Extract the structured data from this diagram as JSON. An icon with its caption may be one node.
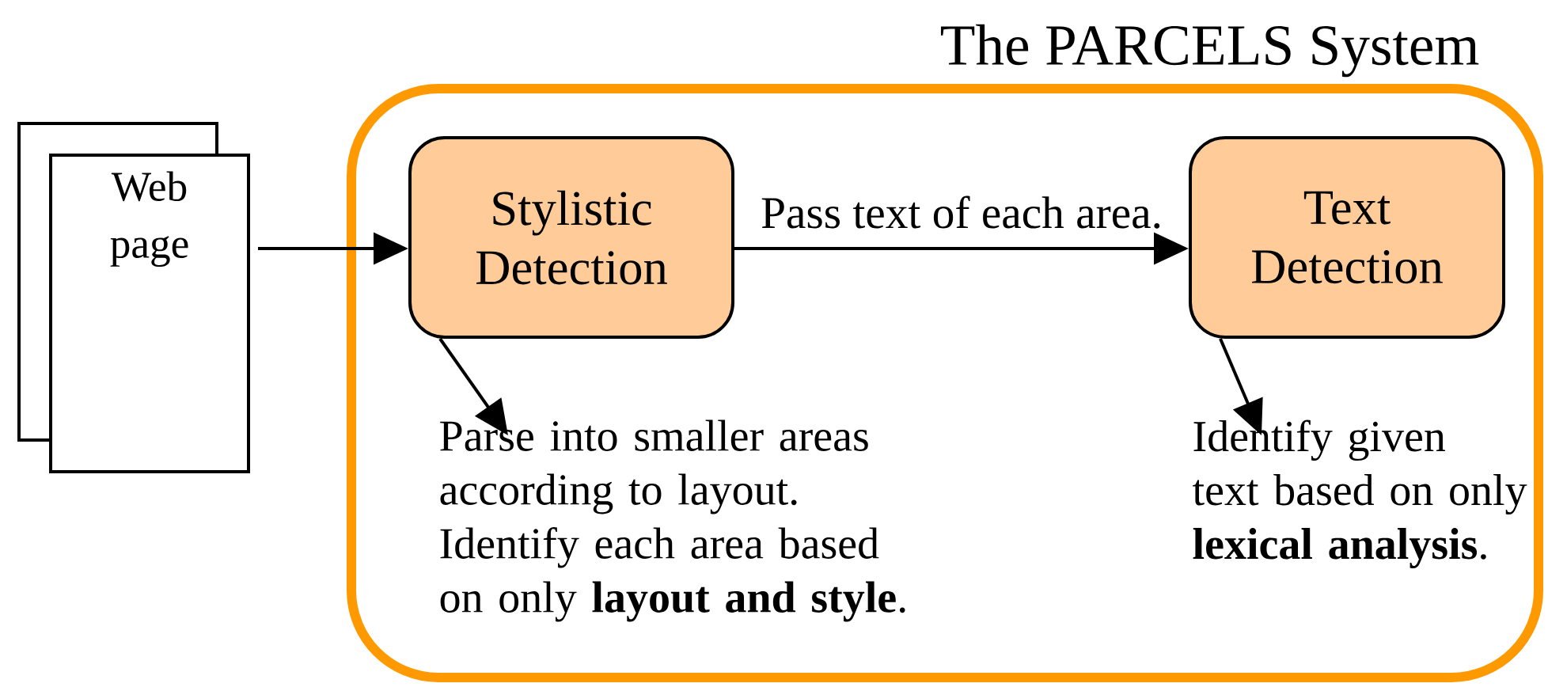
{
  "diagram": {
    "nodes": [
      {
        "text": [
          "The PARCELS System"
        ]
      },
      {
        "text": [
          "Web page"
        ]
      },
      {
        "text": [
          "Stylistic Detection"
        ],
        "in": 0
      },
      {
        "text": [
          "Text Detection"
        ],
        "in": 0
      },
      {
        "text": [
          "Parse into smaller areas according to layout. Identify each area based on only **layout and style**."
        ],
        "in": 0
      },
      {
        "text": [
          "Identify given text based on only **lexical analysis**."
        ],
        "in": 0
      }
    ],
    "edges": [
      {
        "from": 1,
        "to": 2,
        "arrow": "to"
      },
      {
        "from": 2,
        "to": 3,
        "arrow": "to",
        "label": "Pass text of each area."
      },
      {
        "from": 2,
        "to": 4,
        "arrow": "to"
      },
      {
        "from": 3,
        "to": 5,
        "arrow": "to"
      }
    ]
  }
}
